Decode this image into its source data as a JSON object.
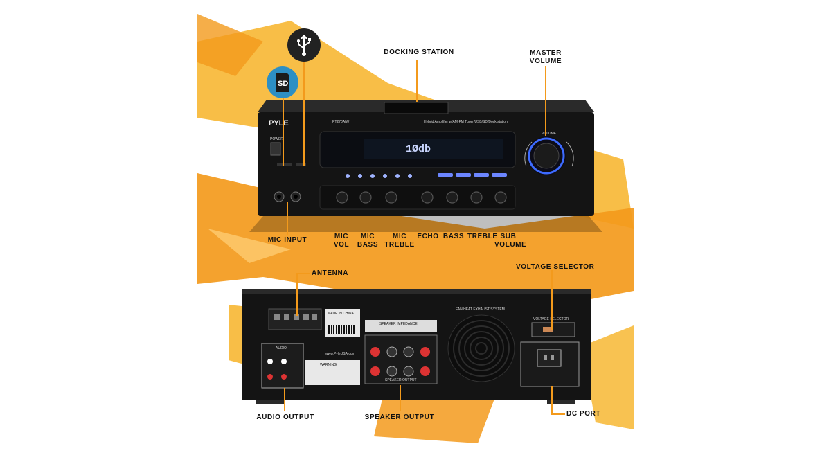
{
  "front_panel": {
    "brand": "PYLE",
    "model": "PT270AIW",
    "description": "Hybrid Amplifier w/AM-FM Tuner/USB/SD/Dock station",
    "display_readout": "1Ødb",
    "power_label": "POWER",
    "volume_label": "VOLUME"
  },
  "rear_panel": {
    "made_in": "MADE IN CHINA",
    "website": "www.PyleUSA.com",
    "speaker_impedance_header": "SPEAKER IMPEDANCE",
    "speaker_output_label": "SPEAKER OUTPUT",
    "fan_label": "FAN HEAT EXHAUST SYSTEM",
    "voltage_selector_label": "VOLTAGE SELECTOR",
    "audio_label": "AUDIO",
    "warning_label": "WARNING"
  },
  "callouts": {
    "docking_station": "DOCKING STATION",
    "master_volume": "MASTER VOLUME",
    "mic_input": "MIC INPUT",
    "mic_vol": "MIC VOL",
    "mic_bass": "MIC BASS",
    "mic_treble": "MIC TREBLE",
    "echo": "ECHO",
    "bass": "BASS",
    "treble": "TREBLE",
    "sub_volume": "SUB VOLUME",
    "antenna": "ANTENNA",
    "voltage_selector": "VOLTAGE SELECTOR",
    "audio_output": "AUDIO OUTPUT",
    "speaker_output": "SPEAKER OUTPUT",
    "dc_port": "DC PORT"
  },
  "icons": {
    "usb": "usb-icon",
    "sd": "sd-card-icon",
    "sd_text": "SD"
  },
  "colors": {
    "accent_orange": "#f39a1c",
    "paint_yellow": "#f7b733",
    "unit_black": "#141414",
    "volume_glow": "#3d6bff"
  }
}
